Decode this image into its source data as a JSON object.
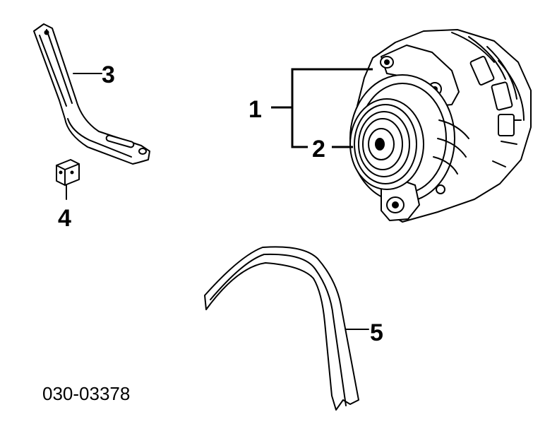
{
  "callouts": {
    "alternator": "1",
    "pulley": "2",
    "bracket": "3",
    "nut": "4",
    "belt": "5"
  },
  "part_number": "030-03378"
}
